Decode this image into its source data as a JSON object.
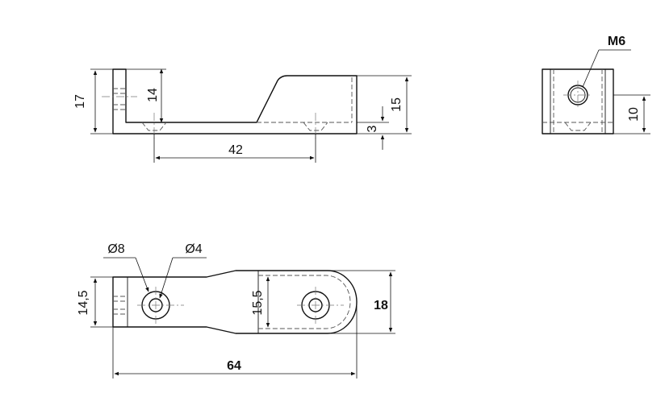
{
  "side_view": {
    "height_17": "17",
    "height_14": "14",
    "length_42": "42",
    "height_15": "15",
    "thickness_3": "3"
  },
  "end_view": {
    "thread_label": "M6",
    "height_10": "10"
  },
  "top_view": {
    "dia_8": "Ø8",
    "dia_4": "Ø4",
    "width_14_5": "14,5",
    "width_15_5": "15,5",
    "width_18": "18",
    "length_64": "64"
  },
  "colors": {
    "line": "#111111",
    "hidden_line": "#555555",
    "center_line": "#777777",
    "background": "#ffffff"
  }
}
